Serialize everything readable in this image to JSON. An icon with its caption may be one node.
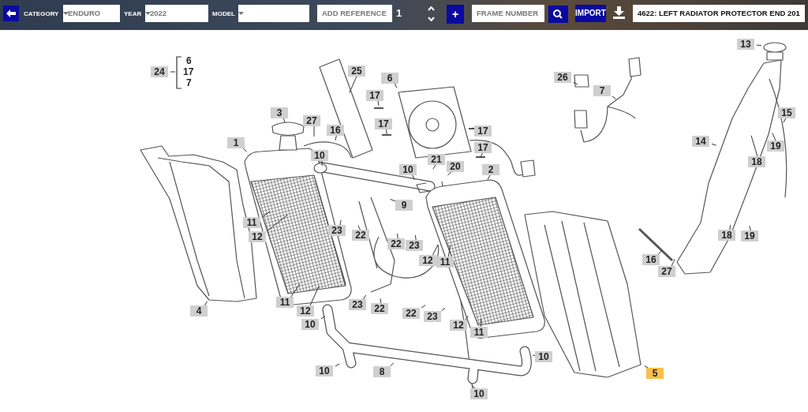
{
  "diagram": {
    "nodes": [
      {
        "text": [
          "24"
        ]
      },
      {
        "text": [
          "25"
        ]
      },
      {
        "text": [
          "6"
        ]
      },
      {
        "text": [
          "17"
        ]
      },
      {
        "text": [
          "17"
        ]
      },
      {
        "text": [
          "17"
        ]
      },
      {
        "text": [
          "17"
        ]
      },
      {
        "text": [
          "3"
        ]
      },
      {
        "text": [
          "27"
        ]
      },
      {
        "text": [
          "16"
        ]
      },
      {
        "text": [
          "1"
        ]
      },
      {
        "text": [
          "10"
        ]
      },
      {
        "text": [
          "10"
        ]
      },
      {
        "text": [
          "21"
        ]
      },
      {
        "text": [
          "20"
        ]
      },
      {
        "text": [
          "2"
        ]
      },
      {
        "text": [
          "9"
        ]
      },
      {
        "text": [
          "26"
        ]
      },
      {
        "text": [
          "7"
        ]
      },
      {
        "text": [
          "13"
        ]
      },
      {
        "text": [
          "15"
        ]
      },
      {
        "text": [
          "14"
        ]
      },
      {
        "text": [
          "19"
        ]
      },
      {
        "text": [
          "18"
        ]
      },
      {
        "text": [
          "18"
        ]
      },
      {
        "text": [
          "19"
        ]
      },
      {
        "text": [
          "16"
        ]
      },
      {
        "text": [
          "27"
        ]
      },
      {
        "text": [
          "11"
        ]
      },
      {
        "text": [
          "12"
        ]
      },
      {
        "text": [
          "23"
        ]
      },
      {
        "text": [
          "22"
        ]
      },
      {
        "text": [
          "22"
        ]
      },
      {
        "text": [
          "23"
        ]
      },
      {
        "text": [
          "12"
        ]
      },
      {
        "text": [
          "11"
        ]
      },
      {
        "text": [
          "4"
        ]
      },
      {
        "text": [
          "11"
        ]
      },
      {
        "text": [
          "12"
        ]
      },
      {
        "text": [
          "23"
        ]
      },
      {
        "text": [
          "22"
        ]
      },
      {
        "text": [
          "10"
        ]
      },
      {
        "text": [
          "22"
        ]
      },
      {
        "text": [
          "23"
        ]
      },
      {
        "text": [
          "12"
        ]
      },
      {
        "text": [
          "11"
        ]
      },
      {
        "text": [
          "10"
        ]
      },
      {
        "text": [
          "10"
        ]
      },
      {
        "text": [
          "8"
        ]
      },
      {
        "text": [
          "10"
        ]
      },
      {
        "text": [
          "5"
        ]
      }
    ],
    "edges": [
      {
        "from": 0,
        "to": null,
        "arrow": "none"
      },
      {
        "from": 1,
        "to": null,
        "arrow": "none"
      },
      {
        "from": 2,
        "to": null,
        "arrow": "none"
      },
      {
        "from": 3,
        "to": null,
        "arrow": "none"
      },
      {
        "from": 4,
        "to": null,
        "arrow": "none"
      },
      {
        "from": 5,
        "to": null,
        "arrow": "none"
      },
      {
        "from": 6,
        "to": null,
        "arrow": "none"
      },
      {
        "from": 7,
        "to": null,
        "arrow": "none"
      },
      {
        "from": 8,
        "to": null,
        "arrow": "none"
      },
      {
        "from": 9,
        "to": null,
        "arrow": "none"
      },
      {
        "from": 10,
        "to": null,
        "arrow": "none"
      },
      {
        "from": 11,
        "to": null,
        "arrow": "none"
      },
      {
        "from": 12,
        "to": null,
        "arrow": "none"
      },
      {
        "from": 13,
        "to": null,
        "arrow": "none"
      },
      {
        "from": 14,
        "to": null,
        "arrow": "none"
      },
      {
        "from": 15,
        "to": null,
        "arrow": "none"
      },
      {
        "from": 16,
        "to": null,
        "arrow": "none"
      },
      {
        "from": 17,
        "to": null,
        "arrow": "none"
      },
      {
        "from": 18,
        "to": null,
        "arrow": "none"
      },
      {
        "from": 19,
        "to": null,
        "arrow": "none"
      },
      {
        "from": 20,
        "to": null,
        "arrow": "none"
      },
      {
        "from": 21,
        "to": null,
        "arrow": "none"
      },
      {
        "from": 22,
        "to": null,
        "arrow": "none"
      },
      {
        "from": 23,
        "to": null,
        "arrow": "none"
      },
      {
        "from": 24,
        "to": null,
        "arrow": "none"
      },
      {
        "from": 25,
        "to": null,
        "arrow": "none"
      },
      {
        "from": 26,
        "to": null,
        "arrow": "none"
      },
      {
        "from": 27,
        "to": null,
        "arrow": "none"
      },
      {
        "from": 28,
        "to": null,
        "arrow": "none"
      },
      {
        "from": 29,
        "to": null,
        "arrow": "none"
      },
      {
        "from": 30,
        "to": null,
        "arrow": "none"
      },
      {
        "from": 31,
        "to": null,
        "arrow": "none"
      },
      {
        "from": 32,
        "to": null,
        "arrow": "none"
      },
      {
        "from": 33,
        "to": null,
        "arrow": "none"
      },
      {
        "from": 34,
        "to": null,
        "arrow": "none"
      },
      {
        "from": 35,
        "to": null,
        "arrow": "none"
      },
      {
        "from": 36,
        "to": null,
        "arrow": "none"
      },
      {
        "from": 37,
        "to": null,
        "arrow": "none"
      },
      {
        "from": 38,
        "to": null,
        "arrow": "none"
      },
      {
        "from": 39,
        "to": null,
        "arrow": "none"
      },
      {
        "from": 40,
        "to": null,
        "arrow": "none"
      },
      {
        "from": 41,
        "to": null,
        "arrow": "none"
      },
      {
        "from": 42,
        "to": null,
        "arrow": "none"
      },
      {
        "from": 43,
        "to": null,
        "arrow": "none"
      },
      {
        "from": 44,
        "to": null,
        "arrow": "none"
      },
      {
        "from": 45,
        "to": null,
        "arrow": "none"
      },
      {
        "from": 46,
        "to": null,
        "arrow": "none"
      },
      {
        "from": 47,
        "to": null,
        "arrow": "none"
      },
      {
        "from": 48,
        "to": null,
        "arrow": "none"
      },
      {
        "from": 49,
        "to": null,
        "arrow": "none"
      },
      {
        "from": 50,
        "to": null,
        "arrow": "none"
      }
    ],
    "labels": [
      "CATEGORY",
      "ENDURO",
      "YEAR",
      "2022",
      "MODEL",
      "ADD REFERENCE",
      "1",
      "+",
      "FRAME NUMBER",
      "IMPORT",
      "4622: LEFT RADIATOR PROTECTOR END 201",
      "6",
      "17",
      "7"
    ]
  }
}
